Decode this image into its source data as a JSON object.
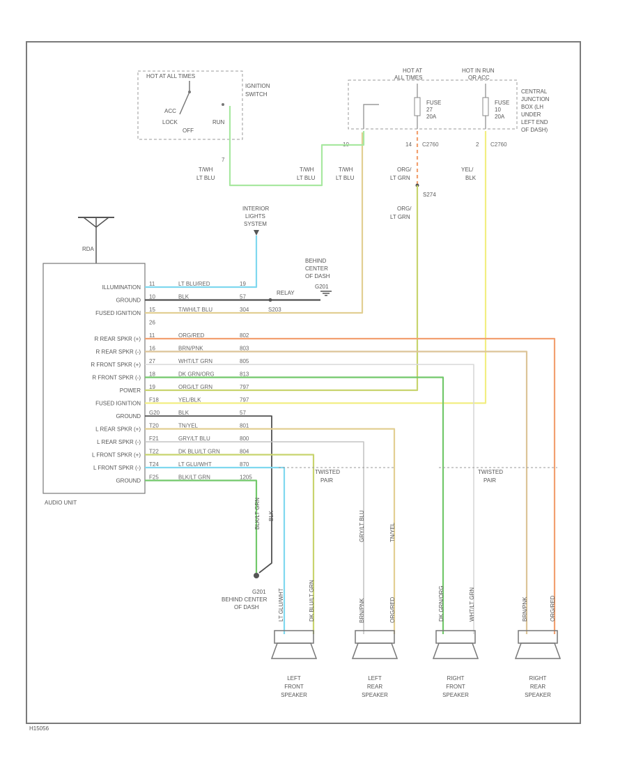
{
  "ignition_switch": {
    "hot_label": "HOT AT ALL TIMES",
    "name_lines": [
      "IGNITION",
      "SWITCH"
    ],
    "positions": [
      "ACC",
      "LOCK",
      "OFF",
      "RUN"
    ]
  },
  "junction_box": {
    "hot_all_lines": [
      "HOT AT",
      "ALL TIMES"
    ],
    "hot_run_lines": [
      "HOT IN RUN",
      "OR ACC"
    ],
    "fuse1_lines": [
      "FUSE",
      "27",
      "20A"
    ],
    "fuse2_lines": [
      "FUSE",
      "10",
      "20A"
    ],
    "name_lines": [
      "CENTRAL",
      "JUNCTION",
      "BOX (LH",
      "UNDER",
      "LEFT END",
      "OF DASH)"
    ],
    "pin1": "10",
    "pin2": "14",
    "pin3": "2",
    "conn1": "C2760",
    "conn2": "C2760"
  },
  "wire_labels": {
    "ign_pin": "7",
    "tan_lb1": [
      "T/WH",
      "LT BLU"
    ],
    "tan_lb2": [
      "T/WH",
      "LT BLU"
    ],
    "tan_lb3": [
      "T/WH",
      "LT BLU"
    ],
    "org_lg1": [
      "ORG/",
      "LT GRN"
    ],
    "org_lg2": [
      "ORG/",
      "LT GRN"
    ],
    "yel_blk": [
      "YEL/",
      "BLK"
    ],
    "splice": "S274"
  },
  "antenna": {
    "label": "RDA"
  },
  "interior_lights": {
    "lines": [
      "INTERIOR",
      "LIGHTS",
      "SYSTEM"
    ]
  },
  "ground_top": {
    "lines": [
      "BEHIND",
      "CENTER",
      "OF DASH"
    ],
    "conn": "G201",
    "relay": "RELAY"
  },
  "audio_unit": {
    "title": "AUDIO UNIT",
    "terminals": [
      {
        "label": "ILLUMINATION",
        "pin": "11",
        "wire": "LT BLU/RED",
        "circuit": "19"
      },
      {
        "label": "GROUND",
        "pin": "10",
        "wire": "BLK",
        "circuit": "57"
      },
      {
        "label": "FUSED IGNITION",
        "pin": "15",
        "wire": "T/WH/LT BLU",
        "circuit": "304",
        "splice": "S203"
      },
      {
        "label": "",
        "pin": "26",
        "wire": "",
        "circuit": ""
      },
      {
        "label": "R REAR SPKR (+)",
        "pin": "11",
        "wire": "ORG/RED",
        "circuit": "802"
      },
      {
        "label": "R REAR SPKR (-)",
        "pin": "16",
        "wire": "BRN/PNK",
        "circuit": "803"
      },
      {
        "label": "R FRONT SPKR (+)",
        "pin": "27",
        "wire": "WHT/LT GRN",
        "circuit": "805"
      },
      {
        "label": "R FRONT SPKR (-)",
        "pin": "18",
        "wire": "DK GRN/ORG",
        "circuit": "813"
      },
      {
        "label": "POWER",
        "pin": "19",
        "wire": "ORG/LT GRN",
        "circuit": "797"
      },
      {
        "label": "FUSED IGNITION",
        "pin": "F18",
        "wire": "YEL/BLK",
        "circuit": "797"
      },
      {
        "label": "GROUND",
        "pin": "G20",
        "wire": "BLK",
        "circuit": "57"
      },
      {
        "label": "L REAR SPKR (+)",
        "pin": "T20",
        "wire": "TN/YEL",
        "circuit": "801"
      },
      {
        "label": "L REAR SPKR (-)",
        "pin": "F21",
        "wire": "GRY/LT BLU",
        "circuit": "800"
      },
      {
        "label": "L FRONT SPKR (+)",
        "pin": "T22",
        "wire": "DK BLU/LT GRN",
        "circuit": "804"
      },
      {
        "label": "L FRONT SPKR (-)",
        "pin": "T24",
        "wire": "LT GLU/WHT",
        "circuit": "870"
      },
      {
        "label": "GROUND",
        "pin": "F25",
        "wire": "BLK/LT GRN",
        "circuit": "1205"
      }
    ]
  },
  "twisted_pair": {
    "lines": [
      "TWISTED",
      "PAIR"
    ]
  },
  "ground_bottom": {
    "conn": "G201",
    "lines": [
      "BEHIND CENTER",
      "OF DASH"
    ]
  },
  "speakers": [
    {
      "lines": [
        "LEFT",
        "FRONT",
        "SPEAKER"
      ]
    },
    {
      "lines": [
        "LEFT",
        "REAR",
        "SPEAKER"
      ]
    },
    {
      "lines": [
        "RIGHT",
        "FRONT",
        "SPEAKER"
      ]
    },
    {
      "lines": [
        "RIGHT",
        "REAR",
        "SPEAKER"
      ]
    }
  ],
  "vertical_labels": [
    "LT GLU/WHT",
    "DK BLU/LT GRN",
    "GRY/LT BLU",
    "TN/YEL",
    "DK GRN/ORG",
    "WHT/LT GRN",
    "BRN/PNK",
    "ORG/RED",
    "BLK/LT GRN",
    "BLK"
  ],
  "speaker_wire_labels": [
    "BRN/PNK",
    "ORG/RED"
  ],
  "footer": "H15056",
  "colors": {
    "frame": "#707070",
    "lt_blu": "#7fd8ef",
    "blk": "#505050",
    "tan": "#e2cf92",
    "lt_grn": "#a8e8a0",
    "org": "#f2a070",
    "brn": "#dcc498",
    "wht": "#d8d8d8",
    "dk_grn": "#72c86a",
    "org_lg": "#c8d46e",
    "yel": "#f2ee82",
    "gry": "#c4c4c4"
  }
}
